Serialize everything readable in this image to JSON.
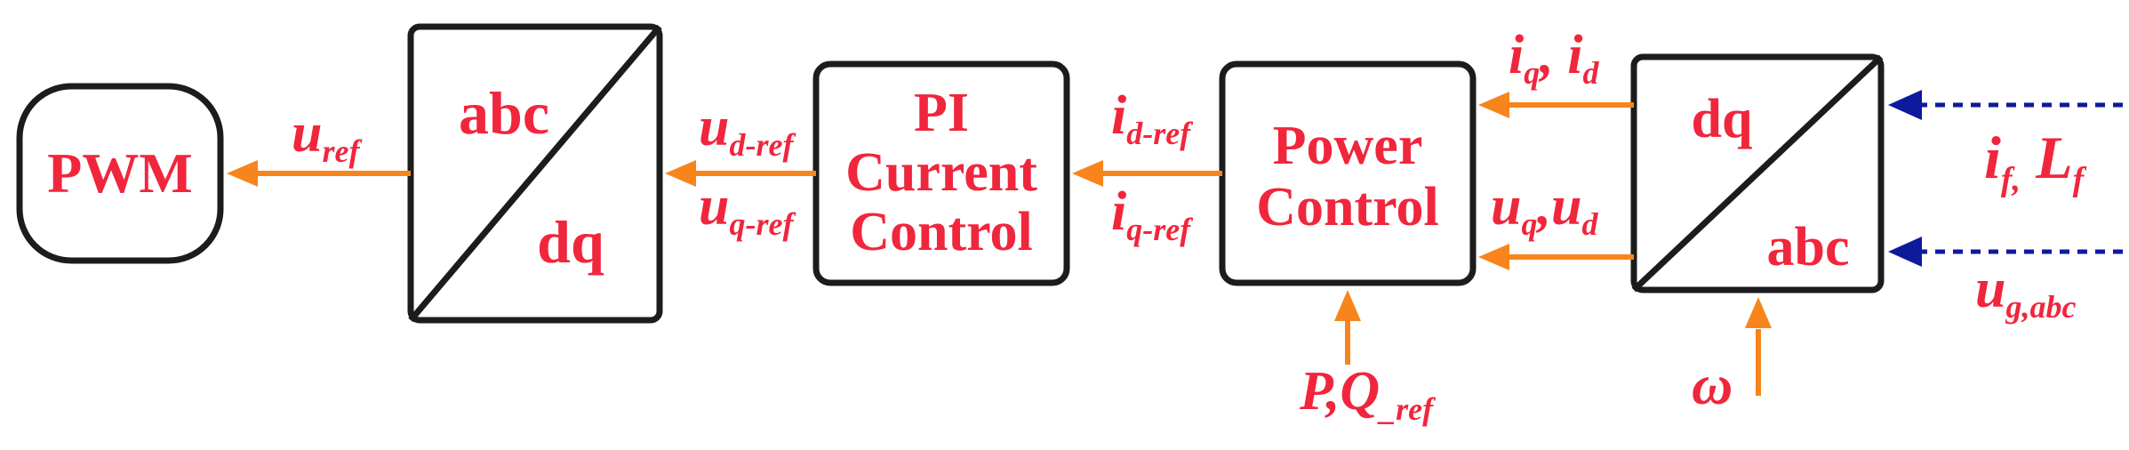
{
  "colors": {
    "text": "#f0263c",
    "signal_arrow": "#f7851c",
    "measured_arrow": "#0e1a9c",
    "block_border": "#1c1c1c"
  },
  "blocks": {
    "pwm": {
      "label": "PWM"
    },
    "abc_dq": {
      "top": "abc",
      "bottom": "dq"
    },
    "pi": {
      "line1": "PI",
      "line2": "Current",
      "line3": "Control"
    },
    "power": {
      "line1": "Power",
      "line2": "Control"
    },
    "dq_abc": {
      "top": "dq",
      "bottom": "abc"
    }
  },
  "signals": {
    "uref": {
      "base": "u",
      "sub": "ref"
    },
    "ud_ref": {
      "base": "u",
      "sub": "d-ref"
    },
    "uq_ref": {
      "base": "u",
      "sub": "q-ref"
    },
    "id_ref": {
      "base": "i",
      "sub": "d-ref"
    },
    "iq_ref": {
      "base": "i",
      "sub": "q-ref"
    },
    "iq_id": {
      "b1": "i",
      "s1": "q",
      "sep": ", ",
      "b2": "i",
      "s2": "d"
    },
    "uq_ud": {
      "b1": "u",
      "s1": "q",
      "sep": ",",
      "b2": "u",
      "s2": "d"
    },
    "if_lf": {
      "b1": "i",
      "s1": "f,",
      "sep": " ",
      "b2": "L",
      "s2": "f"
    },
    "ug_abc": {
      "base": "u",
      "sub": "g,abc"
    },
    "pq_ref": {
      "base": "P,Q",
      "sub": "_ref"
    },
    "omega": {
      "text": "ω"
    }
  }
}
